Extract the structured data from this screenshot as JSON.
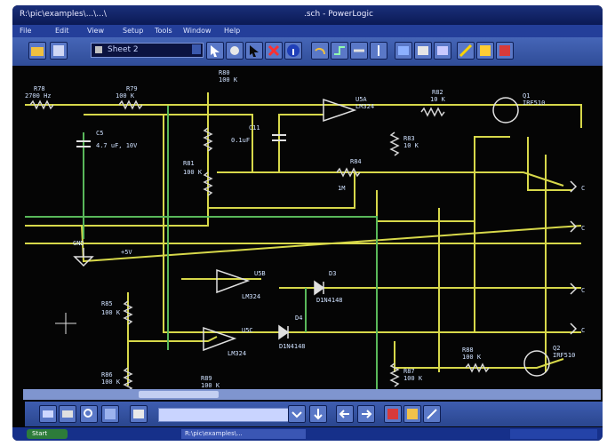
{
  "titlebar": {
    "path": "R:\\pic\\examples\\...\\...\\",
    "caption": ".sch - PowerLogic"
  },
  "menubar": {
    "items": [
      "File",
      "Edit",
      "View",
      "Setup",
      "Tools",
      "Window",
      "Help"
    ]
  },
  "toolbar": {
    "sheet_select_value": "Sheet 2"
  },
  "schematic": {
    "components": [
      {
        "ref": "R78",
        "value": "2700 Hz"
      },
      {
        "ref": "R79",
        "value": "100 K"
      },
      {
        "ref": "R80",
        "value": "100 K"
      },
      {
        "ref": "C5",
        "value": "4.7 uF, 10V"
      },
      {
        "ref": "C11",
        "value": "0.1uF"
      },
      {
        "ref": "R81",
        "value": "100 K"
      },
      {
        "ref": "U5A",
        "value": "LM324"
      },
      {
        "ref": "R82",
        "value": "10 K"
      },
      {
        "ref": "Q1",
        "value": "IRF510"
      },
      {
        "ref": "R83",
        "value": "10 K"
      },
      {
        "ref": "R84",
        "value": "1M"
      },
      {
        "ref": "R85",
        "value": "100 K"
      },
      {
        "ref": "U5B",
        "value": "LM324"
      },
      {
        "ref": "U5C",
        "value": "LM324"
      },
      {
        "ref": "D3",
        "value": "D1N4148"
      },
      {
        "ref": "D4",
        "value": "D1N4148"
      },
      {
        "ref": "R86",
        "value": "100 K"
      },
      {
        "ref": "R87",
        "value": "100 K"
      },
      {
        "ref": "R88",
        "value": "100 K"
      },
      {
        "ref": "Q2",
        "value": "IRF510"
      },
      {
        "ref": "R89",
        "value": "100 K"
      }
    ],
    "nets": [
      "GND",
      "+5V"
    ],
    "connectors": [
      "C",
      "C",
      "C",
      "C"
    ]
  },
  "taskbar": {
    "start_label": "Start",
    "task_label": "R:\\pic\\examples\\..."
  },
  "colors": {
    "background": "#050505",
    "wire_yellow": "#d7d84a",
    "wire_green": "#59b85a",
    "component_blue": "#b8d4ff",
    "toolbar_blue": "#3d5cae"
  }
}
